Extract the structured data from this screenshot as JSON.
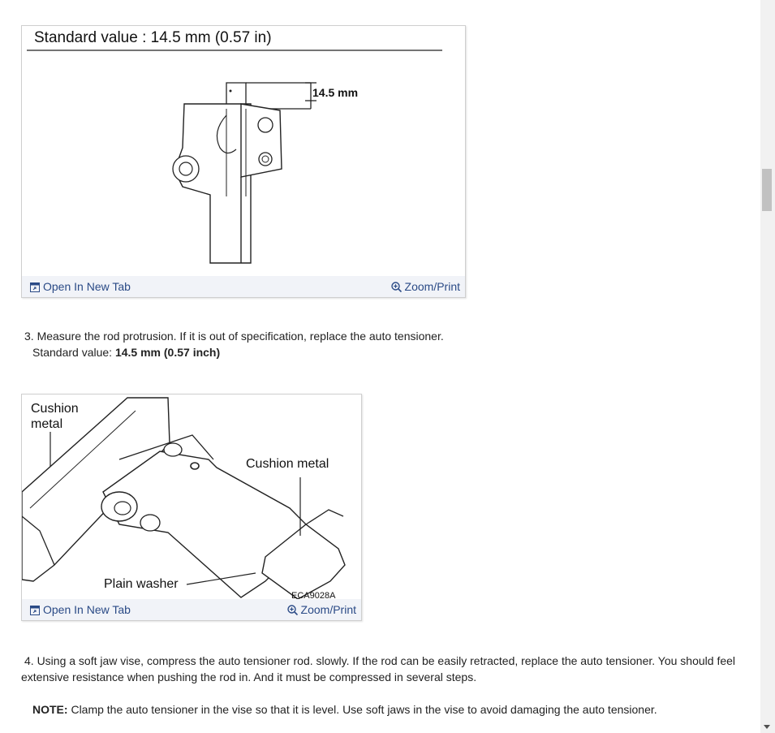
{
  "figure1": {
    "header": "Standard value : 14.5 mm (0.57 in)",
    "dimension_label": "14.5 mm",
    "open_link": "Open In New Tab",
    "zoom_link": "Zoom/Print"
  },
  "step3": {
    "line1": "3. Measure the rod protrusion. If it is out of specification, replace the auto tensioner.",
    "line2_prefix": "Standard value: ",
    "line2_bold": "14.5 mm (0.57 inch)"
  },
  "figure2": {
    "label_cushion_left_1": "Cushion",
    "label_cushion_left_2": "metal",
    "label_cushion_right": "Cushion metal",
    "label_plain_washer": "Plain washer",
    "figure_code": "ECA9028A",
    "open_link": "Open In New Tab",
    "zoom_link": "Zoom/Print"
  },
  "step4": {
    "line1": "4. Using a soft jaw vise, compress the auto tensioner rod. slowly. If the rod can be easily retracted, replace the auto tensioner. You should feel",
    "line2": "extensive resistance when pushing the rod in. And it must be compressed in several steps."
  },
  "note": {
    "label": "NOTE:",
    "text": " Clamp the auto tensioner in the vise so that it is level. Use soft jaws in the vise to avoid damaging the auto tensioner."
  }
}
